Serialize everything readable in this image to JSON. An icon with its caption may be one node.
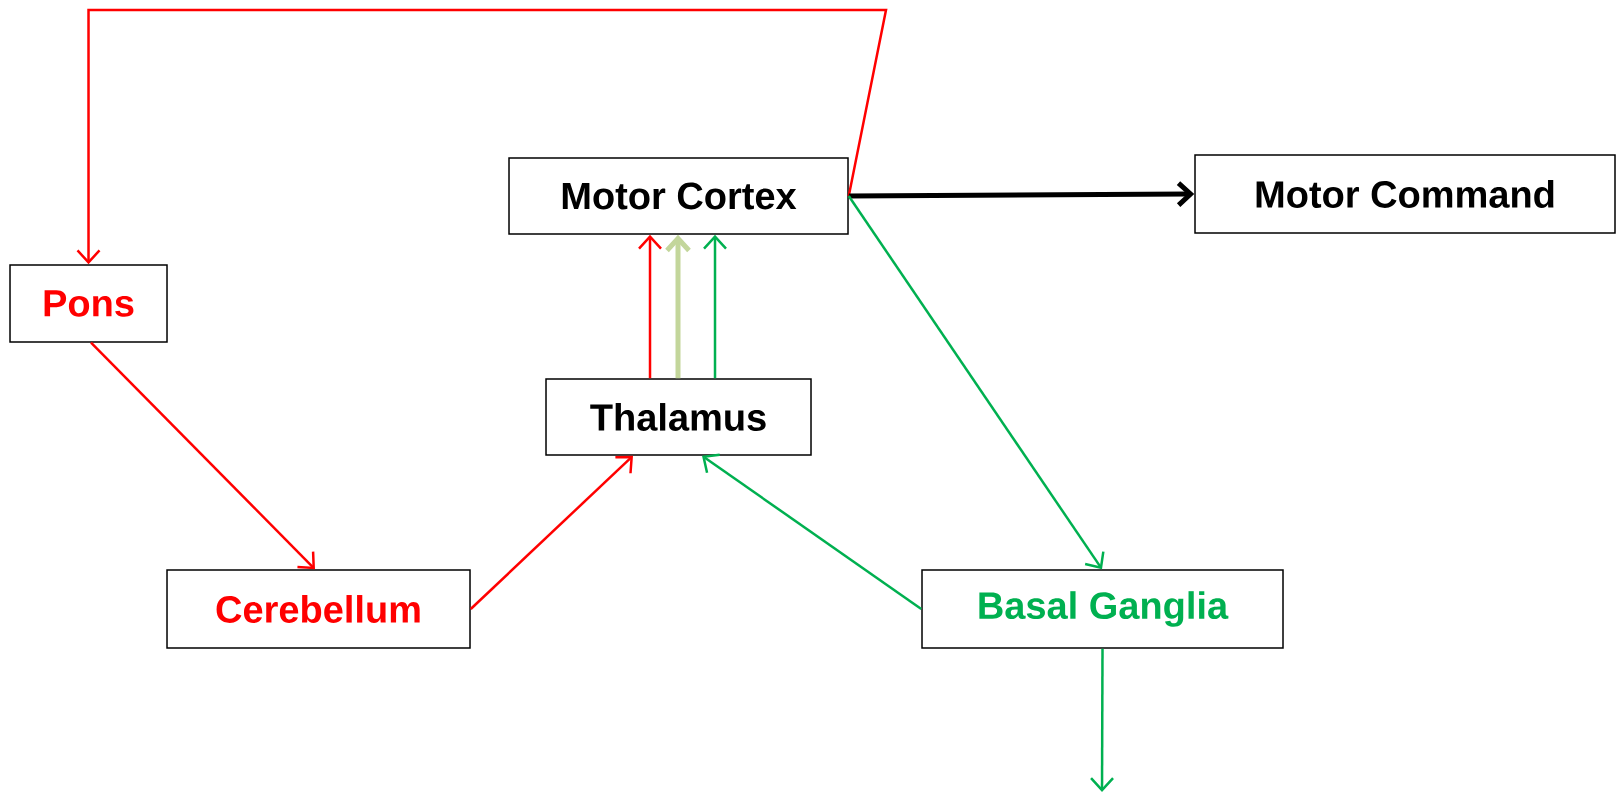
{
  "diagram": {
    "nodes": [
      {
        "text": [
          "Motor Cortex"
        ]
      },
      {
        "text": [
          "Motor Command"
        ]
      },
      {
        "text": [
          "Pons"
        ]
      },
      {
        "text": [
          "Thalamus"
        ]
      },
      {
        "text": [
          "Cerebellum"
        ]
      },
      {
        "text": [
          "Basal Ganglia"
        ]
      }
    ],
    "edges": [
      {
        "from": 0,
        "to": 2,
        "arrow": "to",
        "color": "#ff0000"
      },
      {
        "from": 0,
        "to": 1,
        "arrow": "to",
        "style": "thick",
        "color": "#000000"
      },
      {
        "from": 2,
        "to": 4,
        "arrow": "to",
        "color": "#ff0000"
      },
      {
        "from": 4,
        "to": 3,
        "arrow": "to",
        "color": "#ff0000"
      },
      {
        "from": 3,
        "to": 0,
        "arrow": "to",
        "color": "#ff0000"
      },
      {
        "from": 3,
        "to": 0,
        "arrow": "to",
        "style": "thick",
        "color": "#c3d69b"
      },
      {
        "from": 3,
        "to": 0,
        "arrow": "to",
        "color": "#00b050"
      },
      {
        "from": 5,
        "to": 3,
        "arrow": "to",
        "color": "#00b050"
      },
      {
        "from": 0,
        "to": 5,
        "arrow": "to",
        "color": "#00b050"
      },
      {
        "from": 5,
        "to": null,
        "arrow": "to",
        "color": "#00b050"
      }
    ]
  }
}
